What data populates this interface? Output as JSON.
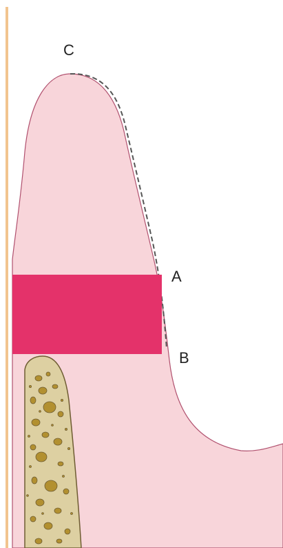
{
  "labels": {
    "point_c": "C",
    "point_a": "A",
    "point_b": "B"
  },
  "colors": {
    "gingiva_fill": "#f8d5da",
    "gingiva_outline": "#b0506e",
    "attachment_band": "#e4326a",
    "tooth_surface": "#f2c48f",
    "bone_fill": "#ddd0a2",
    "bone_outline": "#6e5c32",
    "bone_pore": "#b29030",
    "dashed_contour": "#555555"
  }
}
